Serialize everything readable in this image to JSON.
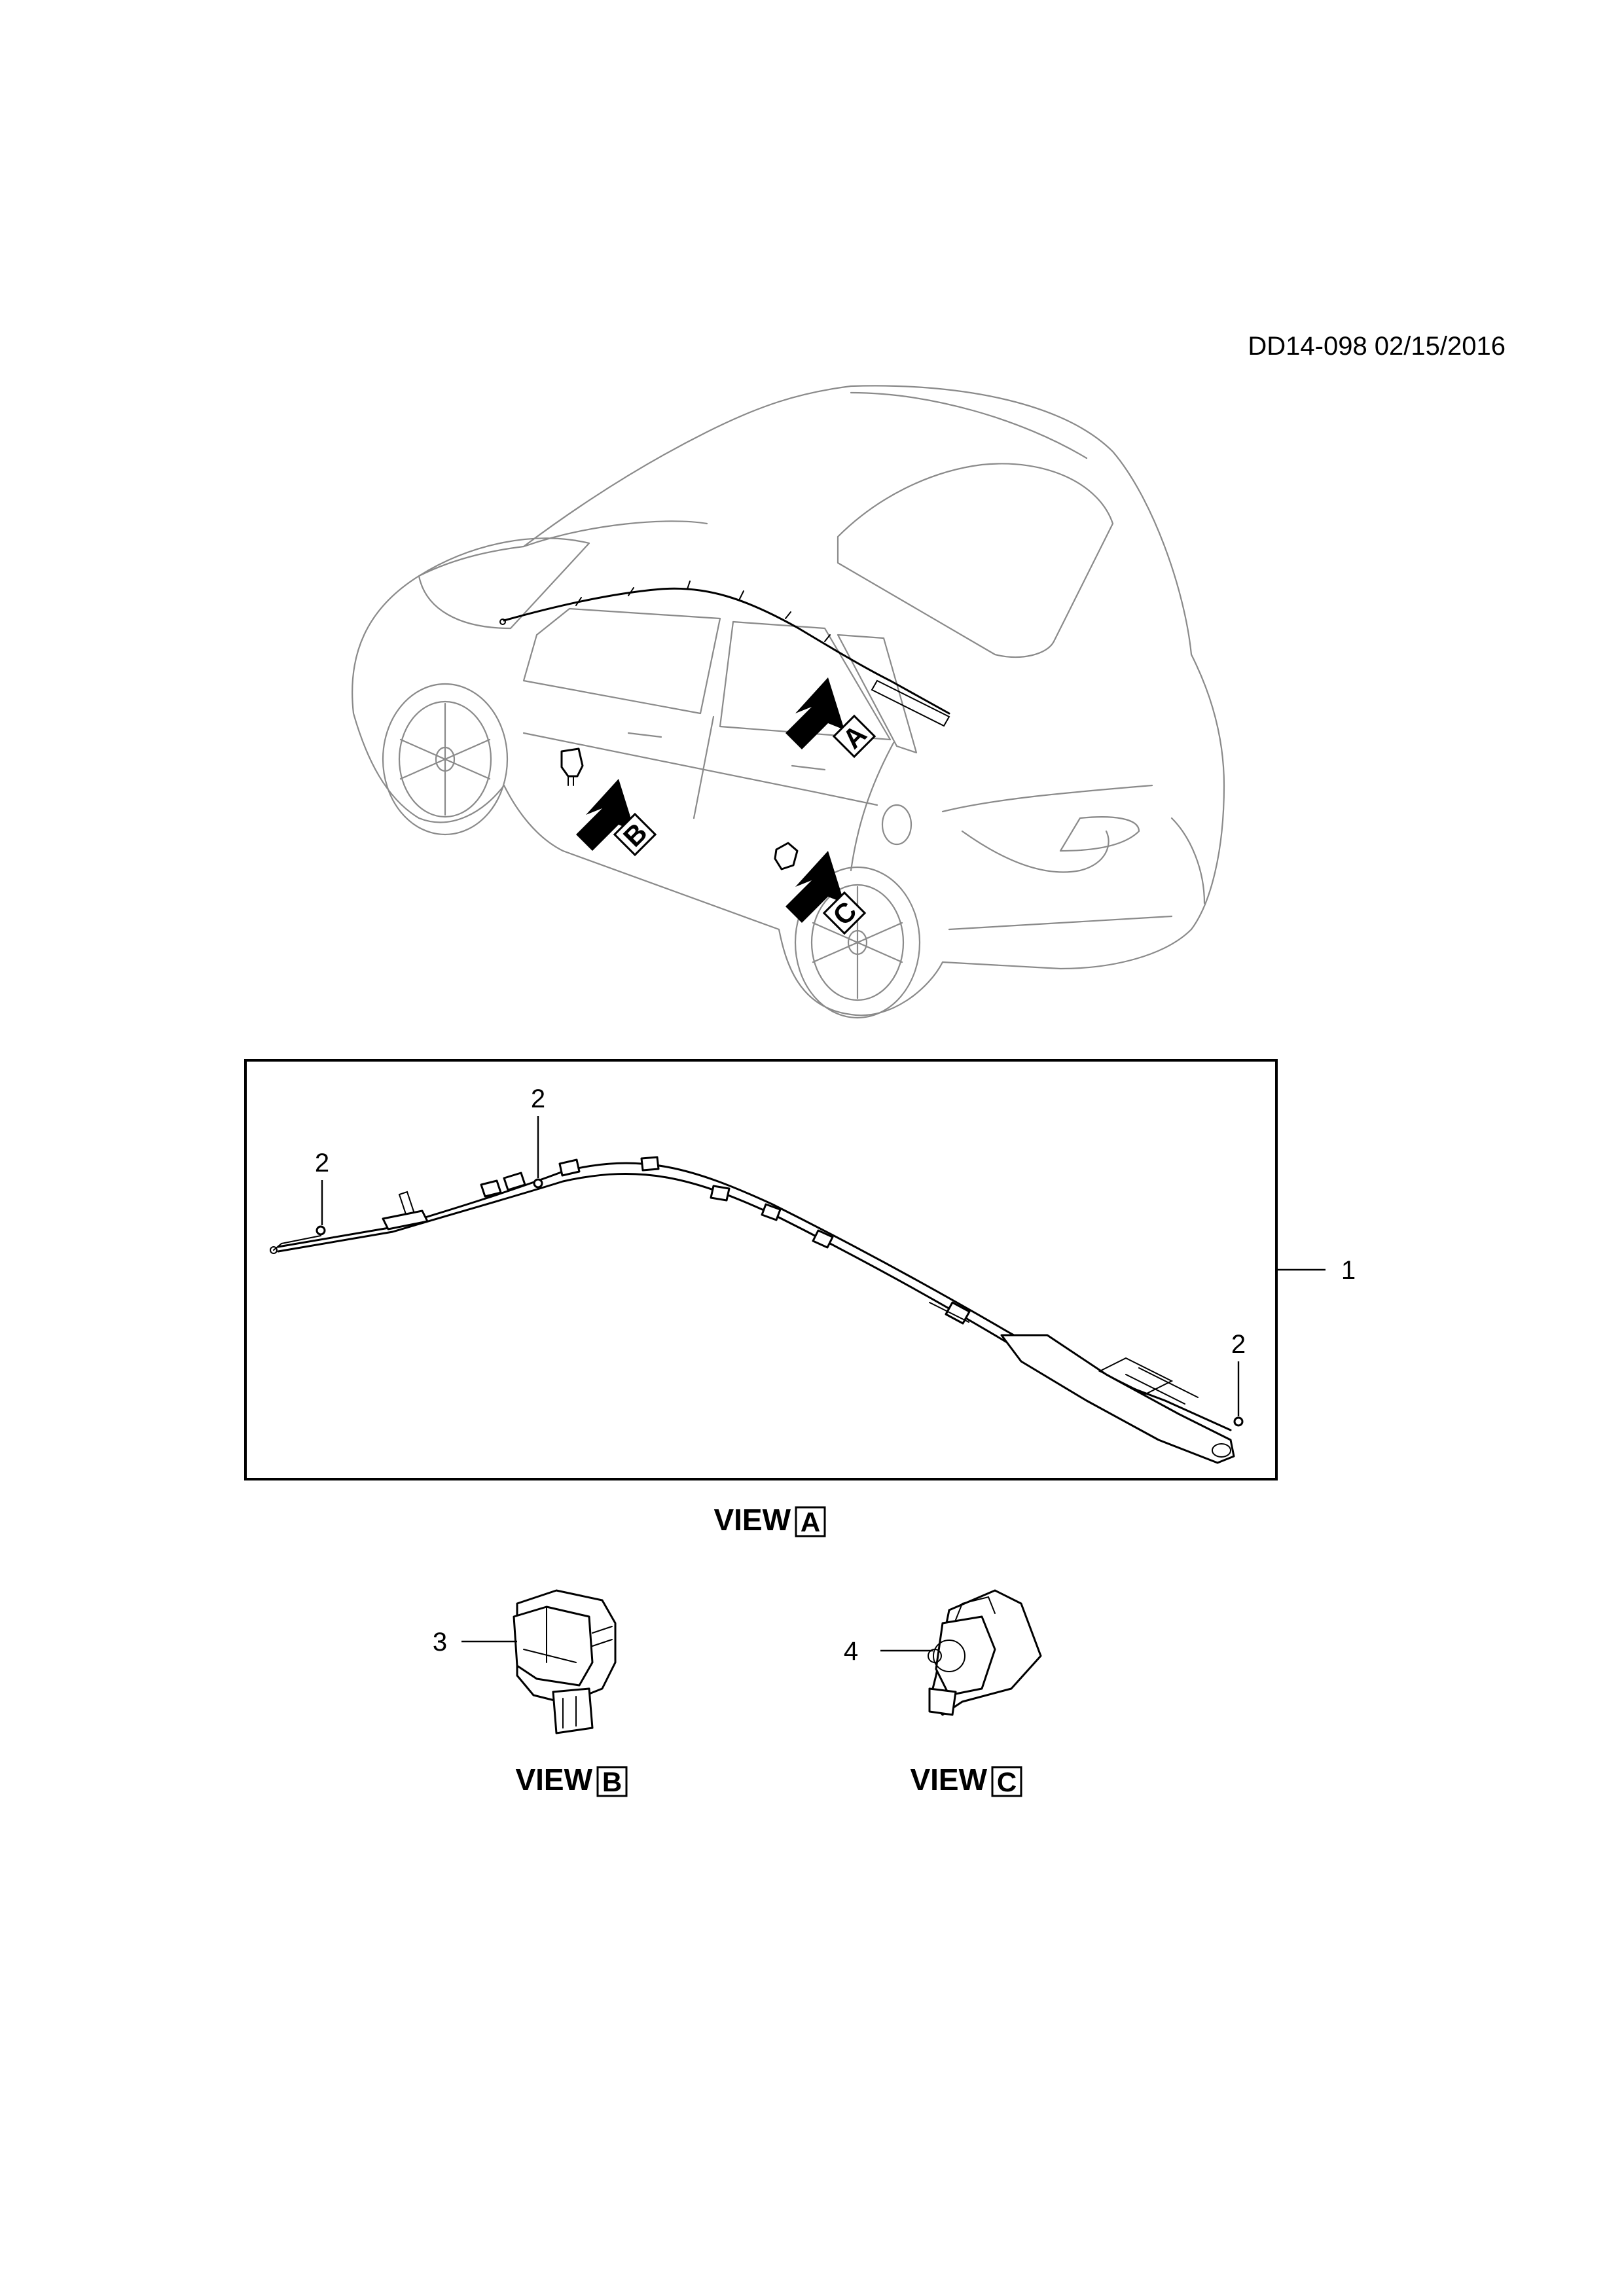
{
  "doc_ref": "DD14-098 02/15/2016",
  "callouts": {
    "part1": "1",
    "part2_a": "2",
    "part2_b": "2",
    "part2_c": "2",
    "part3": "3",
    "part4": "4"
  },
  "view_markers": {
    "a": "A",
    "b": "B",
    "c": "C"
  },
  "views": {
    "a": {
      "prefix": "VIEW",
      "letter": "A"
    },
    "b": {
      "prefix": "VIEW",
      "letter": "B"
    },
    "c": {
      "prefix": "VIEW",
      "letter": "C"
    }
  }
}
